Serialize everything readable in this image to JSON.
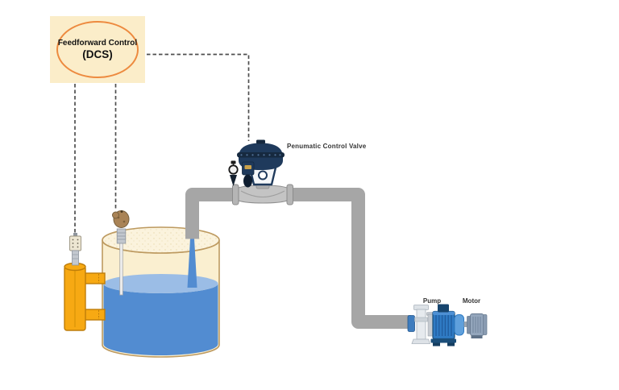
{
  "controller": {
    "title": "Feedforward Control",
    "subtitle": "(DCS)"
  },
  "labels": {
    "valve": "Penumatic Control Valve",
    "pump": "Pump",
    "motor": "Motor"
  },
  "icons": {
    "controller": "feedforward-controller-box",
    "signal_lines": "signal-dashed-line",
    "tank": "storage-tank-icon",
    "water": "water-fill",
    "stream": "inflow-stream",
    "pipe": "process-pipe",
    "gauge": "level-gauge-icon",
    "transmitter": "level-transmitter-icon",
    "sensor": "level-sensor-icon",
    "valve": "pneumatic-control-valve-icon",
    "regulator": "air-regulator-icon",
    "positioner": "valve-positioner-icon",
    "pump": "pump-icon",
    "motor": "motor-icon"
  },
  "colors": {
    "background": "#FFFFFF",
    "controller_box_fill": "#FBEDC9",
    "controller_ellipse_stroke": "#ED8A3F",
    "signal_line": "#4F4F4F",
    "pipe_gray": "#A6A6A6",
    "tank_fill": "#FAEFD0",
    "tank_top_fill": "#FBF3DD",
    "tank_stroke": "#BD9A60",
    "water_blue": "#528CD1",
    "water_surface_blue": "#9BBDE6",
    "gauge_yellow": "#F7A913",
    "gauge_stroke": "#BE7D0A",
    "valve_navy": "#1F3A5C",
    "valve_body_gray": "#C4C4C4",
    "pump_blue": "#2F7BC4",
    "pump_dark_blue": "#1B4E79",
    "pump_light_blue": "#5FA0DC",
    "motor_gray_blue": "#94A6BC",
    "label_text": "#333333"
  }
}
